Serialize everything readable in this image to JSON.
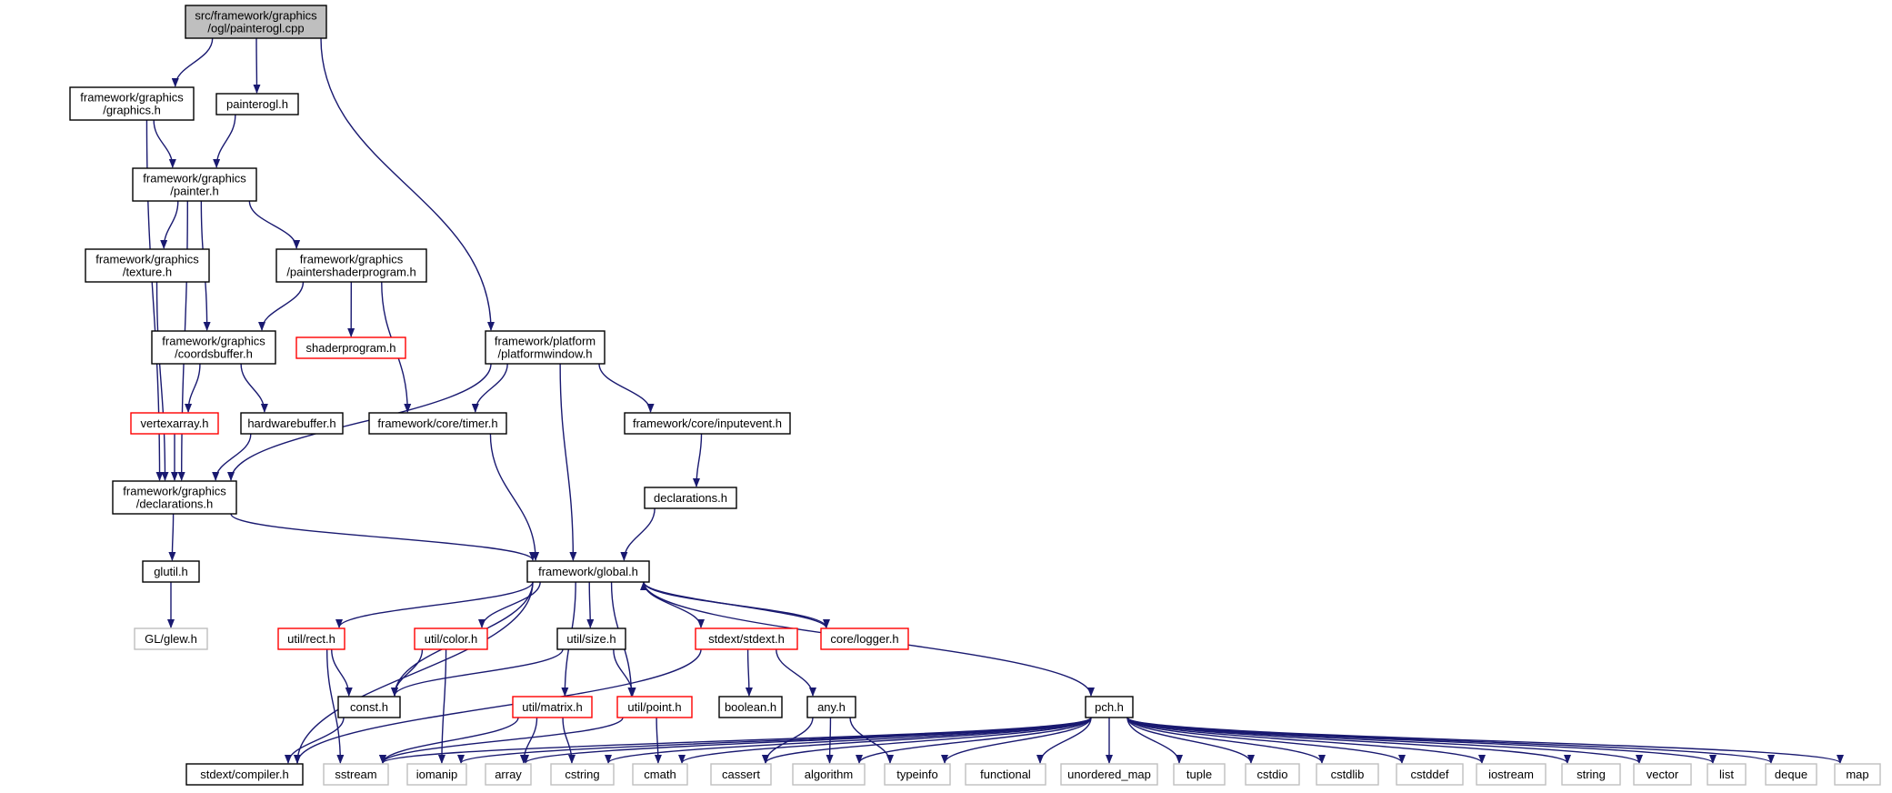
{
  "colors": {
    "edge": "#191970",
    "root_fill": "#bfbfbf",
    "border_normal": "#000000",
    "border_incomplete": "#ff0000",
    "border_system": "#bfbfbf",
    "fill": "#ffffff"
  },
  "nodes": [
    {
      "id": "painterogl_cpp",
      "lines": [
        "src/framework/graphics",
        "/ogl/painterogl.cpp"
      ],
      "kind": "root"
    },
    {
      "id": "graphics_h",
      "lines": [
        "framework/graphics",
        "/graphics.h"
      ],
      "kind": "normal"
    },
    {
      "id": "painterogl_h",
      "lines": [
        "painterogl.h"
      ],
      "kind": "normal"
    },
    {
      "id": "painter_h",
      "lines": [
        "framework/graphics",
        "/painter.h"
      ],
      "kind": "normal"
    },
    {
      "id": "texture_h",
      "lines": [
        "framework/graphics",
        "/texture.h"
      ],
      "kind": "normal"
    },
    {
      "id": "paintershaderprogram_h",
      "lines": [
        "framework/graphics",
        "/paintershaderprogram.h"
      ],
      "kind": "normal"
    },
    {
      "id": "coordsbuffer_h",
      "lines": [
        "framework/graphics",
        "/coordsbuffer.h"
      ],
      "kind": "normal"
    },
    {
      "id": "shaderprogram_h",
      "lines": [
        "shaderprogram.h"
      ],
      "kind": "incomplete"
    },
    {
      "id": "platformwindow_h",
      "lines": [
        "framework/platform",
        "/platformwindow.h"
      ],
      "kind": "normal"
    },
    {
      "id": "vertexarray_h",
      "lines": [
        "vertexarray.h"
      ],
      "kind": "incomplete"
    },
    {
      "id": "hardwarebuffer_h",
      "lines": [
        "hardwarebuffer.h"
      ],
      "kind": "normal"
    },
    {
      "id": "timer_h",
      "lines": [
        "framework/core/timer.h"
      ],
      "kind": "normal"
    },
    {
      "id": "inputevent_h",
      "lines": [
        "framework/core/inputevent.h"
      ],
      "kind": "normal"
    },
    {
      "id": "declarations_gfx_h",
      "lines": [
        "framework/graphics",
        "/declarations.h"
      ],
      "kind": "normal"
    },
    {
      "id": "declarations_h",
      "lines": [
        "declarations.h"
      ],
      "kind": "normal"
    },
    {
      "id": "global_h",
      "lines": [
        "framework/global.h"
      ],
      "kind": "normal"
    },
    {
      "id": "glutil_h",
      "lines": [
        "glutil.h"
      ],
      "kind": "normal"
    },
    {
      "id": "glew_h",
      "lines": [
        "GL/glew.h"
      ],
      "kind": "system"
    },
    {
      "id": "rect_h",
      "lines": [
        "util/rect.h"
      ],
      "kind": "incomplete"
    },
    {
      "id": "color_h",
      "lines": [
        "util/color.h"
      ],
      "kind": "incomplete"
    },
    {
      "id": "size_h",
      "lines": [
        "util/size.h"
      ],
      "kind": "normal"
    },
    {
      "id": "stdext_h",
      "lines": [
        "stdext/stdext.h"
      ],
      "kind": "incomplete"
    },
    {
      "id": "logger_h",
      "lines": [
        "core/logger.h"
      ],
      "kind": "incomplete"
    },
    {
      "id": "const_h",
      "lines": [
        "const.h"
      ],
      "kind": "normal"
    },
    {
      "id": "matrix_h",
      "lines": [
        "util/matrix.h"
      ],
      "kind": "incomplete"
    },
    {
      "id": "point_h",
      "lines": [
        "util/point.h"
      ],
      "kind": "incomplete"
    },
    {
      "id": "boolean_h",
      "lines": [
        "boolean.h"
      ],
      "kind": "normal"
    },
    {
      "id": "any_h",
      "lines": [
        "any.h"
      ],
      "kind": "normal"
    },
    {
      "id": "pch_h",
      "lines": [
        "pch.h"
      ],
      "kind": "normal"
    },
    {
      "id": "compiler_h",
      "lines": [
        "stdext/compiler.h"
      ],
      "kind": "normal"
    },
    {
      "id": "sstream",
      "lines": [
        "sstream"
      ],
      "kind": "system"
    },
    {
      "id": "iomanip",
      "lines": [
        "iomanip"
      ],
      "kind": "system"
    },
    {
      "id": "array",
      "lines": [
        "array"
      ],
      "kind": "system"
    },
    {
      "id": "cstring",
      "lines": [
        "cstring"
      ],
      "kind": "system"
    },
    {
      "id": "cmath",
      "lines": [
        "cmath"
      ],
      "kind": "system"
    },
    {
      "id": "cassert",
      "lines": [
        "cassert"
      ],
      "kind": "system"
    },
    {
      "id": "algorithm",
      "lines": [
        "algorithm"
      ],
      "kind": "system"
    },
    {
      "id": "typeinfo",
      "lines": [
        "typeinfo"
      ],
      "kind": "system"
    },
    {
      "id": "functional",
      "lines": [
        "functional"
      ],
      "kind": "system"
    },
    {
      "id": "unordered_map",
      "lines": [
        "unordered_map"
      ],
      "kind": "system"
    },
    {
      "id": "tuple",
      "lines": [
        "tuple"
      ],
      "kind": "system"
    },
    {
      "id": "cstdio",
      "lines": [
        "cstdio"
      ],
      "kind": "system"
    },
    {
      "id": "cstdlib",
      "lines": [
        "cstdlib"
      ],
      "kind": "system"
    },
    {
      "id": "cstddef",
      "lines": [
        "cstddef"
      ],
      "kind": "system"
    },
    {
      "id": "iostream",
      "lines": [
        "iostream"
      ],
      "kind": "system"
    },
    {
      "id": "string",
      "lines": [
        "string"
      ],
      "kind": "system"
    },
    {
      "id": "vector",
      "lines": [
        "vector"
      ],
      "kind": "system"
    },
    {
      "id": "list",
      "lines": [
        "list"
      ],
      "kind": "system"
    },
    {
      "id": "deque",
      "lines": [
        "deque"
      ],
      "kind": "system"
    },
    {
      "id": "map",
      "lines": [
        "map"
      ],
      "kind": "system"
    }
  ],
  "edges": [
    [
      "painterogl_cpp",
      "graphics_h"
    ],
    [
      "painterogl_cpp",
      "painterogl_h"
    ],
    [
      "painterogl_cpp",
      "platformwindow_h"
    ],
    [
      "graphics_h",
      "painter_h"
    ],
    [
      "graphics_h",
      "declarations_gfx_h"
    ],
    [
      "painterogl_h",
      "painter_h"
    ],
    [
      "painter_h",
      "texture_h"
    ],
    [
      "painter_h",
      "paintershaderprogram_h"
    ],
    [
      "painter_h",
      "coordsbuffer_h"
    ],
    [
      "painter_h",
      "declarations_gfx_h"
    ],
    [
      "texture_h",
      "declarations_gfx_h"
    ],
    [
      "paintershaderprogram_h",
      "coordsbuffer_h"
    ],
    [
      "paintershaderprogram_h",
      "shaderprogram_h"
    ],
    [
      "paintershaderprogram_h",
      "timer_h"
    ],
    [
      "coordsbuffer_h",
      "vertexarray_h"
    ],
    [
      "coordsbuffer_h",
      "hardwarebuffer_h"
    ],
    [
      "vertexarray_h",
      "declarations_gfx_h"
    ],
    [
      "hardwarebuffer_h",
      "declarations_gfx_h"
    ],
    [
      "platformwindow_h",
      "timer_h"
    ],
    [
      "platformwindow_h",
      "inputevent_h"
    ],
    [
      "platformwindow_h",
      "declarations_gfx_h"
    ],
    [
      "platformwindow_h",
      "global_h"
    ],
    [
      "timer_h",
      "global_h"
    ],
    [
      "inputevent_h",
      "declarations_h"
    ],
    [
      "declarations_h",
      "global_h"
    ],
    [
      "declarations_gfx_h",
      "glutil_h"
    ],
    [
      "declarations_gfx_h",
      "global_h"
    ],
    [
      "glutil_h",
      "glew_h"
    ],
    [
      "global_h",
      "compiler_h"
    ],
    [
      "global_h",
      "const_h"
    ],
    [
      "global_h",
      "rect_h"
    ],
    [
      "global_h",
      "color_h"
    ],
    [
      "global_h",
      "size_h"
    ],
    [
      "global_h",
      "matrix_h"
    ],
    [
      "global_h",
      "point_h"
    ],
    [
      "global_h",
      "stdext_h"
    ],
    [
      "global_h",
      "logger_h"
    ],
    [
      "global_h",
      "pch_h"
    ],
    [
      "logger_h",
      "global_h"
    ],
    [
      "rect_h",
      "const_h"
    ],
    [
      "rect_h",
      "sstream"
    ],
    [
      "color_h",
      "const_h"
    ],
    [
      "color_h",
      "iomanip"
    ],
    [
      "size_h",
      "const_h"
    ],
    [
      "size_h",
      "point_h"
    ],
    [
      "stdext_h",
      "compiler_h"
    ],
    [
      "stdext_h",
      "boolean_h"
    ],
    [
      "stdext_h",
      "any_h"
    ],
    [
      "const_h",
      "compiler_h"
    ],
    [
      "matrix_h",
      "sstream"
    ],
    [
      "matrix_h",
      "array"
    ],
    [
      "matrix_h",
      "cstring"
    ],
    [
      "point_h",
      "sstream"
    ],
    [
      "point_h",
      "cmath"
    ],
    [
      "any_h",
      "cassert"
    ],
    [
      "any_h",
      "algorithm"
    ],
    [
      "any_h",
      "typeinfo"
    ],
    [
      "pch_h",
      "sstream"
    ],
    [
      "pch_h",
      "iomanip"
    ],
    [
      "pch_h",
      "array"
    ],
    [
      "pch_h",
      "cstring"
    ],
    [
      "pch_h",
      "cmath"
    ],
    [
      "pch_h",
      "cassert"
    ],
    [
      "pch_h",
      "algorithm"
    ],
    [
      "pch_h",
      "typeinfo"
    ],
    [
      "pch_h",
      "functional"
    ],
    [
      "pch_h",
      "unordered_map"
    ],
    [
      "pch_h",
      "tuple"
    ],
    [
      "pch_h",
      "cstdio"
    ],
    [
      "pch_h",
      "cstdlib"
    ],
    [
      "pch_h",
      "cstddef"
    ],
    [
      "pch_h",
      "iostream"
    ],
    [
      "pch_h",
      "string"
    ],
    [
      "pch_h",
      "vector"
    ],
    [
      "pch_h",
      "list"
    ],
    [
      "pch_h",
      "deque"
    ],
    [
      "pch_h",
      "map"
    ]
  ]
}
